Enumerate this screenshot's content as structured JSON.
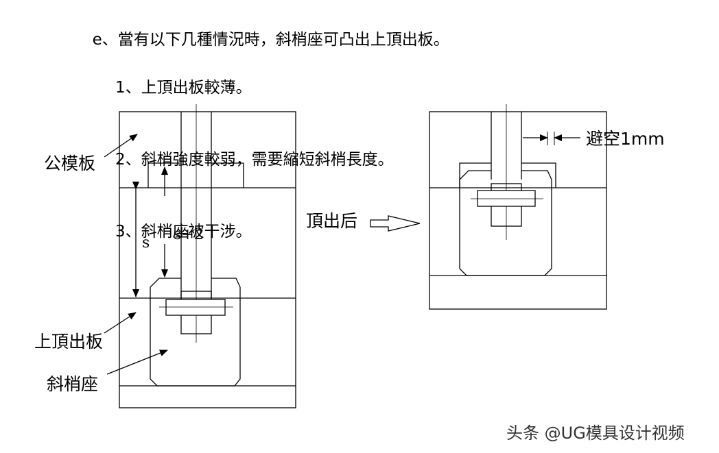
{
  "header": {
    "title": "e、當有以下几種情況時，斜梢座可凸出上頂出板。",
    "items": [
      "1、上頂出板較薄。",
      "2、斜梢強度較弱，需要縮短斜梢長度。",
      "3、斜梢座被干涉。"
    ]
  },
  "labels": {
    "male_plate": "公模板",
    "top_ejector_plate": "上頂出板",
    "lifter_seat": "斜梢座",
    "after_ejection": "頂出后",
    "dim_s": "s",
    "dim_s_plus_2": "s+2",
    "clearance": "避空1mm"
  },
  "watermark": "头条 @UG模具设计视频"
}
